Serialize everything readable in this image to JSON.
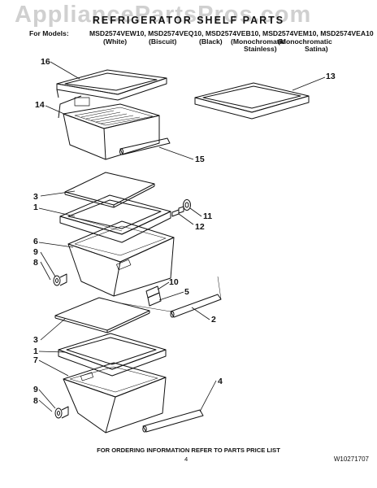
{
  "watermark": "AppliancePartsPros.com",
  "header": {
    "title": "REFRIGERATOR SHELF PARTS",
    "models_label": "For Models:",
    "models_list": "MSD2574VEW10, MSD2574VEQ10, MSD2574VEB10, MSD2574VEM10, MSD2574VEA10",
    "variants": [
      "(White)",
      "(Biscuit)",
      "(Black)",
      "(Monochromatic",
      "Stainless)",
      "(Monochromatic",
      "Satina)"
    ]
  },
  "callouts": {
    "c16": "16",
    "c13": "13",
    "c14": "14",
    "c15": "15",
    "c3a": "3",
    "c1a": "1",
    "c11": "11",
    "c12": "12",
    "c6": "6",
    "c9a": "9",
    "c8a": "8",
    "c10": "10",
    "c5": "5",
    "c2": "2",
    "c3b": "3",
    "c1b": "1",
    "c7": "7",
    "c4": "4",
    "c9b": "9",
    "c8b": "8"
  },
  "footer": {
    "ordering_note": "FOR ORDERING INFORMATION REFER TO PARTS PRICE LIST",
    "page_number": "4",
    "document_number": "W10271707"
  }
}
